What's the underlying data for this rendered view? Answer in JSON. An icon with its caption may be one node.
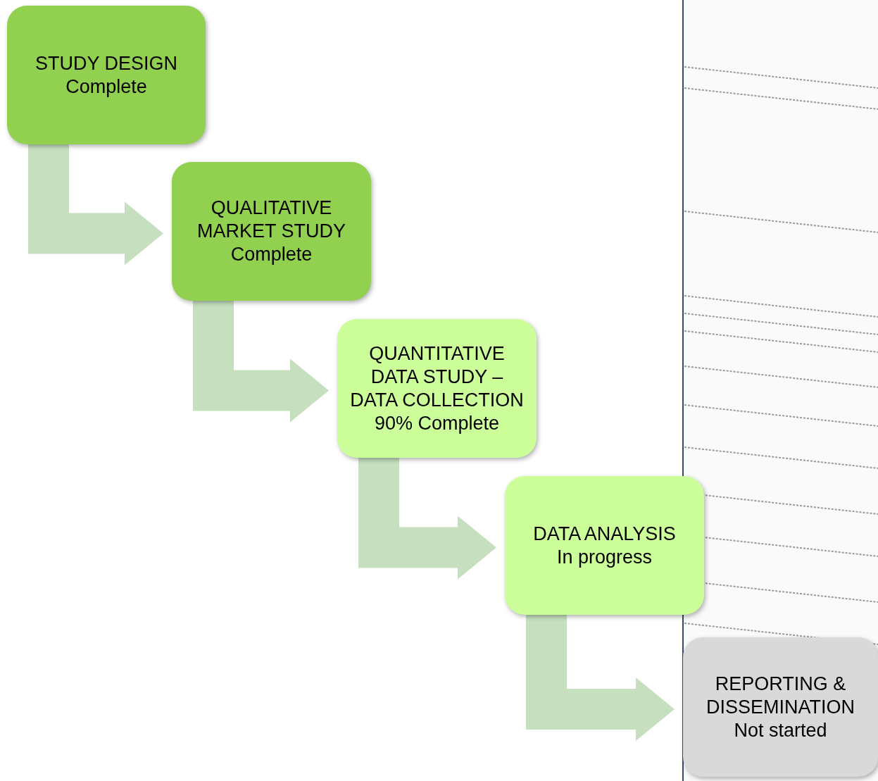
{
  "diagram": {
    "nodes": [
      {
        "text": [
          "STUDY DESIGN",
          "Complete"
        ]
      },
      {
        "text": [
          "QUALITATIVE MARKET STUDY",
          "Complete"
        ]
      },
      {
        "text": [
          "QUANTITATIVE DATA STUDY – DATA COLLECTION",
          "90% Complete"
        ]
      },
      {
        "text": [
          "DATA ANALYSIS",
          "In progress"
        ]
      },
      {
        "text": [
          "REPORTING & DISSEMINATION",
          "Not started"
        ]
      }
    ],
    "edges": [
      {
        "from": 0,
        "to": 1,
        "arrow": "to"
      },
      {
        "from": 1,
        "to": 2,
        "arrow": "to"
      },
      {
        "from": 2,
        "to": 3,
        "arrow": "to"
      },
      {
        "from": 3,
        "to": 4,
        "arrow": "to"
      }
    ]
  }
}
